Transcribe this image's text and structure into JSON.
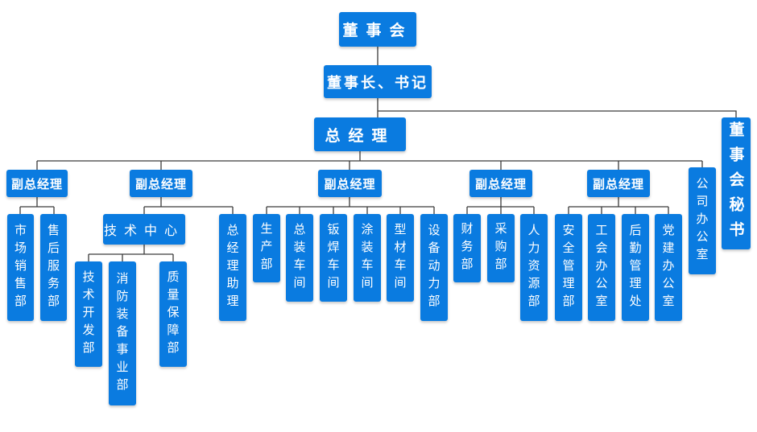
{
  "colors": {
    "node": "#0a7be0",
    "line": "#3a3a3a",
    "text": "#ffffff"
  },
  "org": {
    "board": "董事会",
    "chairman": "董事长、书记",
    "gm": "总经理",
    "board_secretary": "董事会秘书",
    "deputy_1": "副总经理",
    "deputy_2": "副总经理",
    "deputy_3": "副总经理",
    "deputy_4": "副总经理",
    "deputy_5": "副总经理",
    "company_office": "公司办公室",
    "marketing": "市场销售部",
    "after_sales": "售后服务部",
    "tech_center": "技术中心",
    "gm_assistant": "总经理助理",
    "tech_dev": "技术开发部",
    "fire_equipment": "消防装备事业部",
    "quality": "质量保障部",
    "production": "生产部",
    "assembly": "总装车间",
    "sheet_metal": "钣焊车间",
    "painting": "涂装车间",
    "profile": "型材车间",
    "equipment_power": "设备动力部",
    "finance": "财务部",
    "purchasing": "采购部",
    "hr": "人力资源部",
    "safety": "安全管理部",
    "union_office": "工会办公室",
    "logistics": "后勤管理处",
    "party_office": "党建办公室"
  }
}
